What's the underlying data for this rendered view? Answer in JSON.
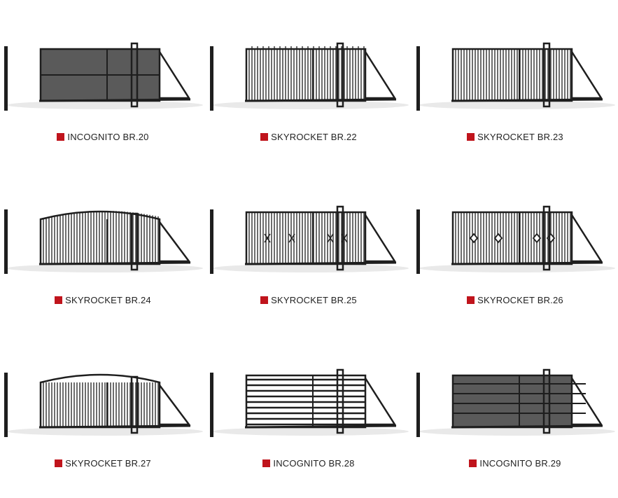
{
  "colors": {
    "accent": "#c0141c",
    "gate": "#1e1e1e",
    "mesh": "#5a5a5a"
  },
  "products": [
    {
      "name": "INCOGNITO BR.20",
      "style": "mesh-panel"
    },
    {
      "name": "SKYROCKET BR.22",
      "style": "pickets-staggered"
    },
    {
      "name": "SKYROCKET BR.23",
      "style": "pickets"
    },
    {
      "name": "SKYROCKET BR.24",
      "style": "pickets-arched-top"
    },
    {
      "name": "SKYROCKET BR.25",
      "style": "pickets-x-accents"
    },
    {
      "name": "SKYROCKET BR.26",
      "style": "pickets-diamond-accents"
    },
    {
      "name": "SKYROCKET BR.27",
      "style": "pickets-arched-frame"
    },
    {
      "name": "INCOGNITO BR.28",
      "style": "horizontal-slats"
    },
    {
      "name": "INCOGNITO BR.29",
      "style": "mesh-horizontal-bands"
    }
  ]
}
